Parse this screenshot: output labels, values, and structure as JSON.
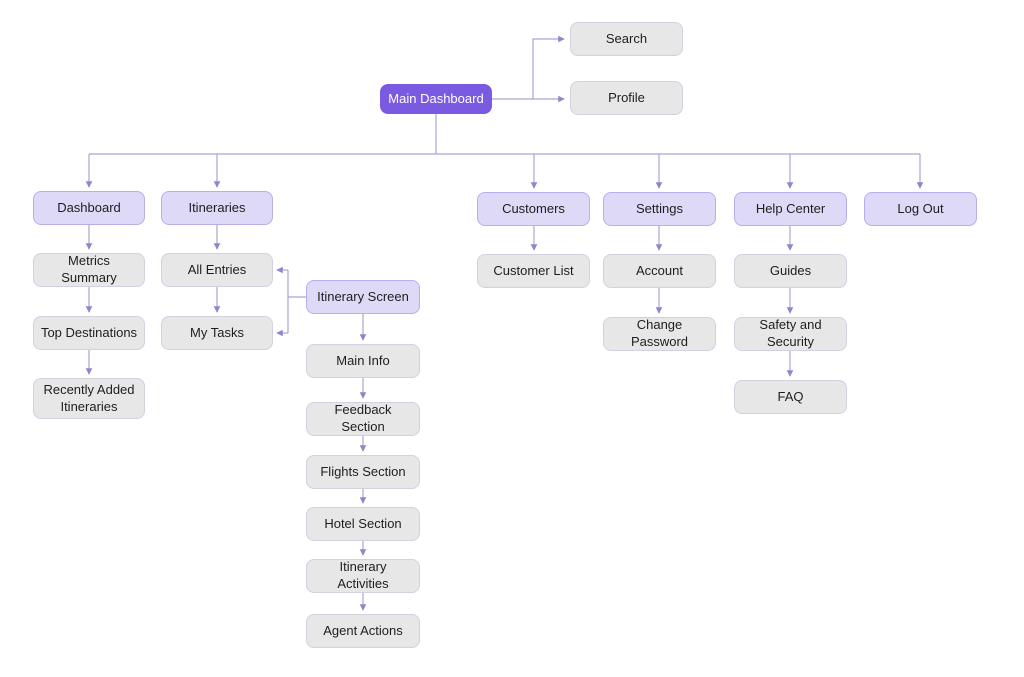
{
  "diagram": {
    "type": "sitemap-flowchart",
    "nodes": [
      {
        "id": "main-dashboard",
        "label": "Main Dashboard",
        "variant": "primary"
      },
      {
        "id": "search",
        "label": "Search",
        "variant": "gray"
      },
      {
        "id": "profile",
        "label": "Profile",
        "variant": "gray"
      },
      {
        "id": "dashboard",
        "label": "Dashboard",
        "variant": "lavender"
      },
      {
        "id": "itineraries",
        "label": "Itineraries",
        "variant": "lavender"
      },
      {
        "id": "metrics-summary",
        "label": "Metrics Summary",
        "variant": "gray"
      },
      {
        "id": "all-entries",
        "label": "All Entries",
        "variant": "gray"
      },
      {
        "id": "top-destinations",
        "label": "Top Destinations",
        "variant": "gray"
      },
      {
        "id": "my-tasks",
        "label": "My Tasks",
        "variant": "gray"
      },
      {
        "id": "recently-added-itineraries",
        "label": "Recently Added Itineraries",
        "variant": "gray"
      },
      {
        "id": "itinerary-screen",
        "label": "Itinerary Screen",
        "variant": "lavender"
      },
      {
        "id": "main-info",
        "label": "Main Info",
        "variant": "gray"
      },
      {
        "id": "feedback-section",
        "label": "Feedback Section",
        "variant": "gray"
      },
      {
        "id": "flights-section",
        "label": "Flights Section",
        "variant": "gray"
      },
      {
        "id": "hotel-section",
        "label": "Hotel Section",
        "variant": "gray"
      },
      {
        "id": "itinerary-activities",
        "label": "Itinerary Activities",
        "variant": "gray"
      },
      {
        "id": "agent-actions",
        "label": "Agent Actions",
        "variant": "gray"
      },
      {
        "id": "customers",
        "label": "Customers",
        "variant": "lavender"
      },
      {
        "id": "customer-list",
        "label": "Customer List",
        "variant": "gray"
      },
      {
        "id": "settings",
        "label": "Settings",
        "variant": "lavender"
      },
      {
        "id": "account",
        "label": "Account",
        "variant": "gray"
      },
      {
        "id": "change-password",
        "label": "Change Password",
        "variant": "gray"
      },
      {
        "id": "help-center",
        "label": "Help Center",
        "variant": "lavender"
      },
      {
        "id": "guides",
        "label": "Guides",
        "variant": "gray"
      },
      {
        "id": "safety-and-security",
        "label": "Safety and Security",
        "variant": "gray"
      },
      {
        "id": "faq",
        "label": "FAQ",
        "variant": "gray"
      },
      {
        "id": "log-out",
        "label": "Log Out",
        "variant": "lavender"
      }
    ],
    "edges": [
      {
        "from": "main-dashboard",
        "to": "search"
      },
      {
        "from": "main-dashboard",
        "to": "profile"
      },
      {
        "from": "main-dashboard",
        "to": "dashboard"
      },
      {
        "from": "main-dashboard",
        "to": "itineraries"
      },
      {
        "from": "main-dashboard",
        "to": "customers"
      },
      {
        "from": "main-dashboard",
        "to": "settings"
      },
      {
        "from": "main-dashboard",
        "to": "help-center"
      },
      {
        "from": "main-dashboard",
        "to": "log-out"
      },
      {
        "from": "dashboard",
        "to": "metrics-summary"
      },
      {
        "from": "metrics-summary",
        "to": "top-destinations"
      },
      {
        "from": "top-destinations",
        "to": "recently-added-itineraries"
      },
      {
        "from": "itineraries",
        "to": "all-entries"
      },
      {
        "from": "all-entries",
        "to": "my-tasks"
      },
      {
        "from": "itinerary-screen",
        "to": "all-entries"
      },
      {
        "from": "itinerary-screen",
        "to": "my-tasks"
      },
      {
        "from": "itinerary-screen",
        "to": "main-info"
      },
      {
        "from": "main-info",
        "to": "feedback-section"
      },
      {
        "from": "feedback-section",
        "to": "flights-section"
      },
      {
        "from": "flights-section",
        "to": "hotel-section"
      },
      {
        "from": "hotel-section",
        "to": "itinerary-activities"
      },
      {
        "from": "itinerary-activities",
        "to": "agent-actions"
      },
      {
        "from": "customers",
        "to": "customer-list"
      },
      {
        "from": "settings",
        "to": "account"
      },
      {
        "from": "account",
        "to": "change-password"
      },
      {
        "from": "help-center",
        "to": "guides"
      },
      {
        "from": "guides",
        "to": "safety-and-security"
      },
      {
        "from": "safety-and-security",
        "to": "faq"
      }
    ]
  },
  "colors": {
    "background": "#ffffff",
    "node_primary": "#7a5ae0",
    "node_lavender": "#ded9f7",
    "node_lavender_border": "#b9aeea",
    "node_gray": "#e7e7e8",
    "node_gray_border": "#d3d1dd",
    "line": "#aaa3d6",
    "arrow": "#8f87c9",
    "text": "#1e1e1e"
  }
}
